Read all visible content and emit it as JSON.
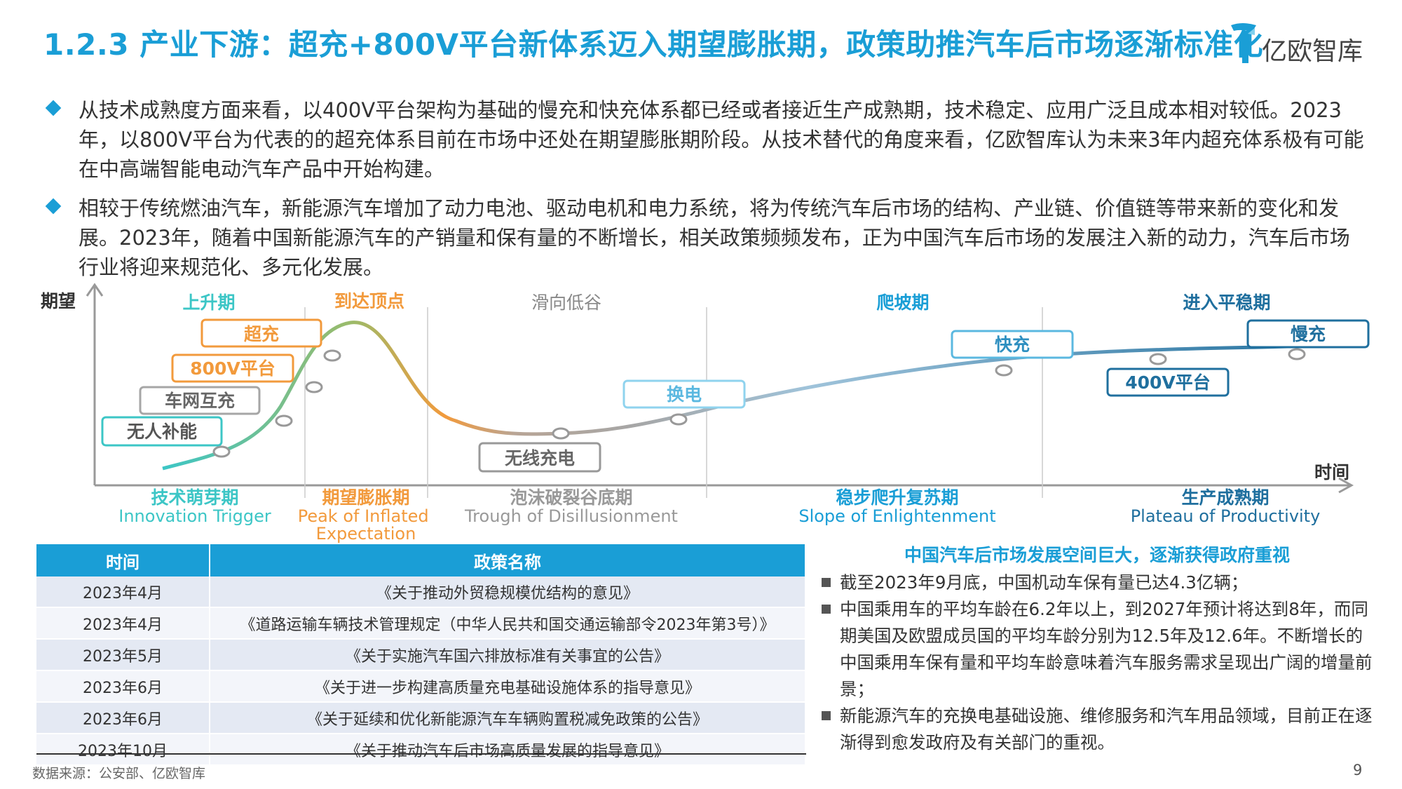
{
  "header": {
    "title": "1.2.3 产业下游：超充+800V平台新体系迈入期望膨胀期，政策助推汽车后市场逐渐标准化",
    "logo_text": "亿欧智库"
  },
  "bullets": [
    "从技术成熟度方面来看，以400V平台架构为基础的慢充和快充体系都已经或者接近生产成熟期，技术稳定、应用广泛且成本相对较低。2023年，以800V平台为代表的的超充体系目前在市场中还处在期望膨胀期阶段。从技术替代的角度来看，亿欧智库认为未来3年内超充体系极有可能在中高端智能电动汽车产品中开始构建。",
    "相较于传统燃油汽车，新能源汽车增加了动力电池、驱动电机和电力系统，将为传统汽车后市场的结构、产业链、价值链等带来新的变化和发展。2023年，随着中国新能源汽车的产销量和保有量的不断增长，相关政策频频发布，正为中国汽车后市场的发展注入新的动力，汽车后市场行业将迎来规范化、多元化发展。"
  ],
  "hype": {
    "y_axis": "期望",
    "x_axis": "时间",
    "top_phases": [
      "上升期",
      "到达顶点",
      "滑向低谷",
      "爬坡期",
      "进入平稳期"
    ],
    "bottom_phases": [
      {
        "cn": "技术萌芽期",
        "en": "Innovation Trigger"
      },
      {
        "cn": "期望膨胀期",
        "en": "Peak of Inflated Expectation"
      },
      {
        "cn": "泡沫破裂谷底期",
        "en": "Trough of Disillusionment"
      },
      {
        "cn": "稳步爬升复苏期",
        "en": "Slope of Enlightenment"
      },
      {
        "cn": "生产成熟期",
        "en": "Plateau of Productivity"
      }
    ],
    "techs": {
      "unmanned": "无人补能",
      "v2g": "车网互充",
      "p800": "800V平台",
      "super": "超充",
      "wireless": "无线充电",
      "swap": "换电",
      "fast": "快充",
      "p400": "400V平台",
      "slow": "慢充"
    },
    "colors": {
      "accent": "#1a9ed6",
      "orange": "#f29a3c",
      "grey": "#888888",
      "teal": "#3cc6c6",
      "navy": "#1f6f9e"
    }
  },
  "table": {
    "headers": [
      "时间",
      "政策名称"
    ],
    "rows": [
      [
        "2023年4月",
        "《关于推动外贸稳规模优结构的意见》"
      ],
      [
        "2023年4月",
        "《道路运输车辆技术管理规定（中华人民共和国交通运输部令2023年第3号）》"
      ],
      [
        "2023年5月",
        "《关于实施汽车国六排放标准有关事宜的公告》"
      ],
      [
        "2023年6月",
        "《关于进一步构建高质量充电基础设施体系的指导意见》"
      ],
      [
        "2023年6月",
        "《关于延续和优化新能源汽车车辆购置税减免政策的公告》"
      ],
      [
        "2023年10月",
        "《关于推动汽车后市场高质量发展的指导意见》"
      ]
    ]
  },
  "right_panel": {
    "title": "中国汽车后市场发展空间巨大，逐渐获得政府重视",
    "items": [
      "截至2023年9月底，中国机动车保有量已达4.3亿辆；",
      "中国乘用车的平均车龄在6.2年以上，到2027年预计将达到8年，而同期美国及欧盟成员国的平均车龄分别为12.5年及12.6年。不断增长的中国乘用车保有量和平均车龄意味着汽车服务需求呈现出广阔的增量前景；",
      "新能源汽车的充换电基础设施、维修服务和汽车用品领域，目前正在逐渐得到愈发政府及有关部门的重视。"
    ]
  },
  "footer": {
    "source": "数据来源：公安部、亿欧智库",
    "page": "9"
  }
}
